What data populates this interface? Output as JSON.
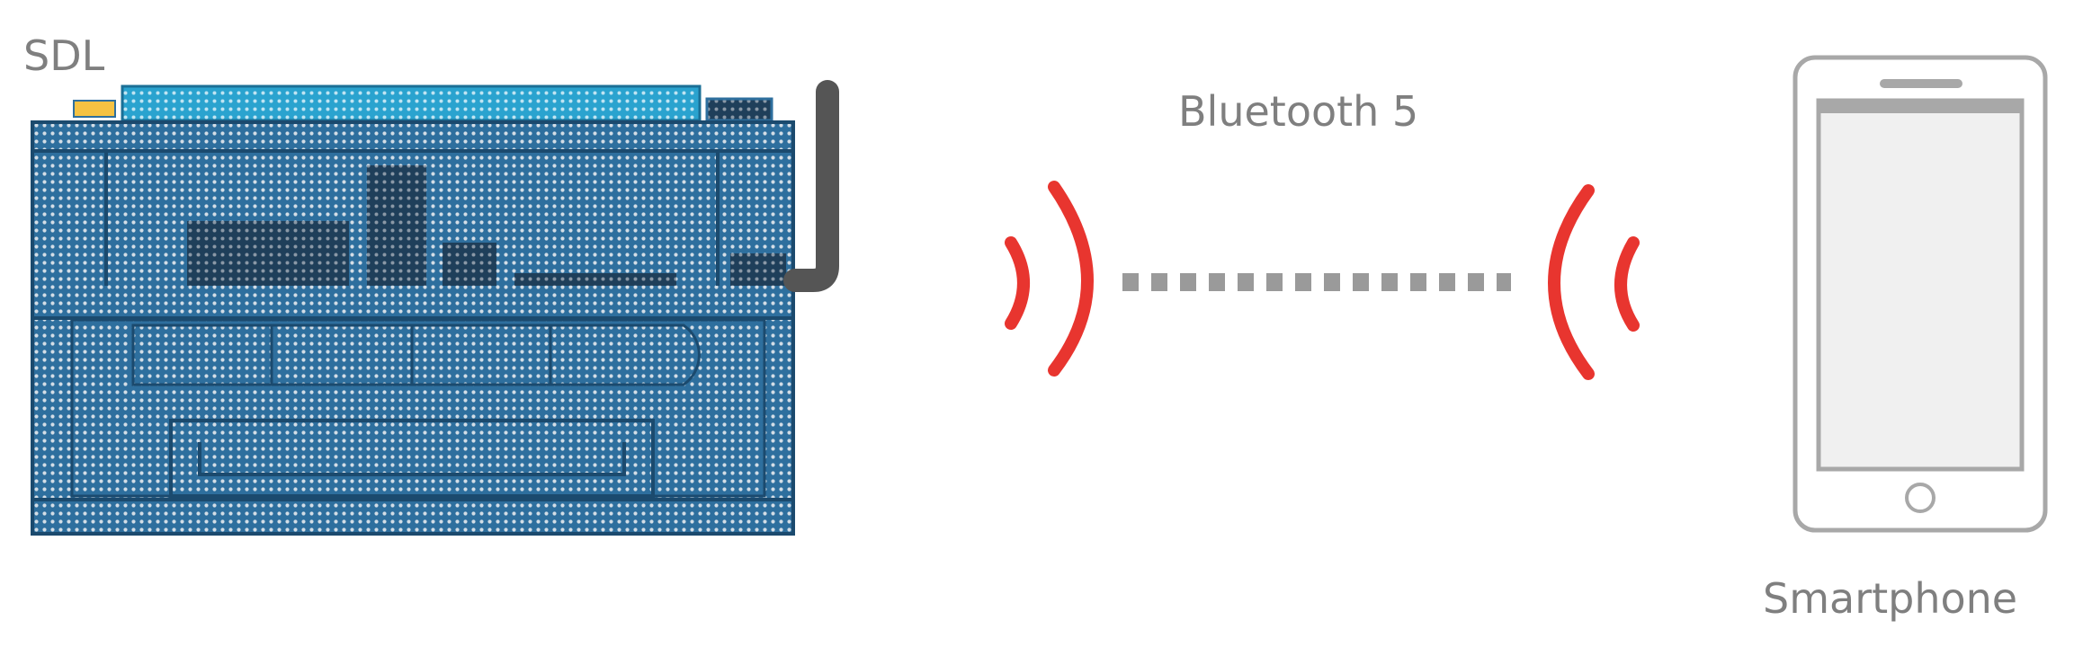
{
  "device_label": "SDL",
  "link_label": "Bluetooth 5",
  "phone_label": "Smartphone",
  "colors": {
    "text": "#7f7f7f",
    "board_blue": "#2e6f9e",
    "board_dark": "#1b4a6e",
    "header_cyan": "#2aa3cf",
    "connector_yellow": "#f5c242",
    "antenna": "#555555",
    "wave_red": "#e8352f",
    "link_gray": "#9a9a9a",
    "phone_outline": "#a8a8a8",
    "phone_screen": "#f0f0f0"
  },
  "icons": [
    "sdl-board-icon",
    "antenna-icon",
    "signal-wave-icon",
    "smartphone-icon"
  ]
}
